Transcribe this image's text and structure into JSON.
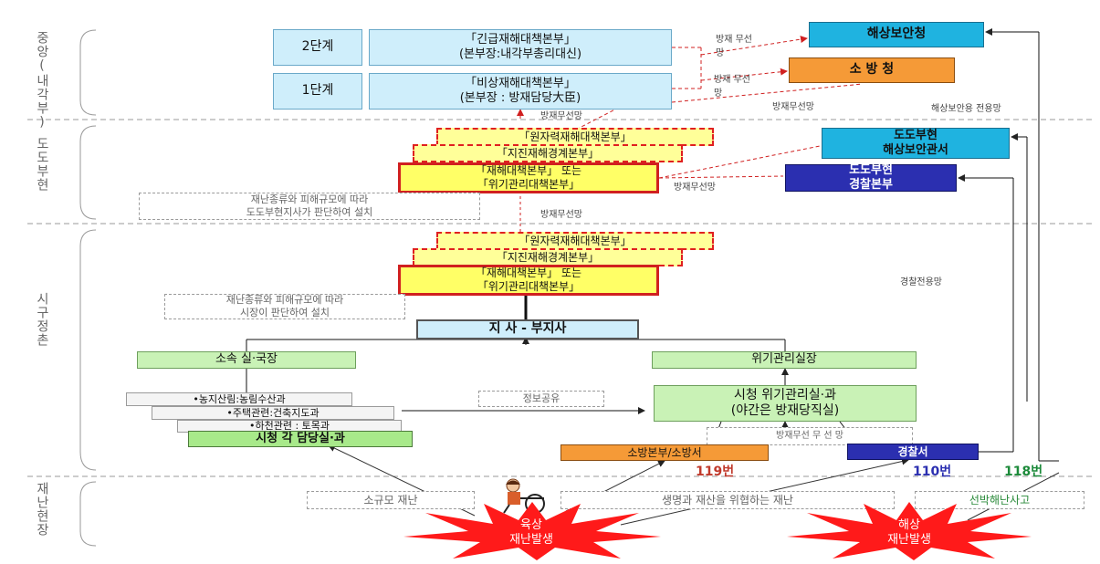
{
  "sections": {
    "central": "중앙(내각부)",
    "prefecture": "도도부현",
    "municipal": "시구정촌",
    "site": "재난현장"
  },
  "central": {
    "stage2": "2단계",
    "stage1": "1단계",
    "emergency_hq_l1": "「긴급재해대책본부」",
    "emergency_hq_l2": "(본부장:내각부총리대신)",
    "extraordinary_hq_l1": "「비상재해대책본부」",
    "extraordinary_hq_l2": "(본부장 : 방재담당大臣)",
    "coast_guard": "해상보안청",
    "fire_agency": "소 방 청"
  },
  "prefecture": {
    "nuclear_hq": "「원자력재해대책본부」",
    "quake_hq": "「지진재해경계본부」",
    "disaster_hq_l1": "「재해대책본부」 또는",
    "disaster_hq_l2": "「위기관리대책본부」",
    "coast_office_l1": "도도부현",
    "coast_office_l2": "해상보안관서",
    "police_hq_l1": "도도부현",
    "police_hq_l2": "경찰본부",
    "note_l1": "재난종류와 피해규모에 따라",
    "note_l2": "도도부현지사가 판단하여 설치"
  },
  "municipal": {
    "nuclear_hq": "「원자력재해대책본부」",
    "quake_hq": "「지진재해경계본부」",
    "disaster_hq_l1": "「재해대책본부」 또는",
    "disaster_hq_l2": "「위기관리대책본부」",
    "note_l1": "재난종류와 피해규모에 따라",
    "note_l2": "시장이 판단하여 설치",
    "mayor": "지  사 - 부지사",
    "affiliated": "소속 실·국장",
    "crisis_chief": "위기관리실장",
    "dept1": "•농지산림:농림수산과",
    "dept2": "•주택관련:건축지도과",
    "dept3": "•하천관련 : 토목과",
    "city_depts": "시청 각 담당실·과",
    "info_share": "정보공유",
    "city_crisis_l1": "시청 위기관리실·과",
    "city_crisis_l2": "(야간은 방재당직실)",
    "fire_hq": "소방본부/소방서",
    "police_station": "경찰서"
  },
  "links": {
    "radio_a": "방재 무선망",
    "radio_b": "방재 무선망",
    "radio_c": "방재무선망",
    "radio_d": "방재무선망",
    "radio_e": "방재무선망",
    "radio_f": "방재무선망",
    "radio_g": "방재무선 무 선 망",
    "coast_net": "해상보안용 전용망",
    "police_net": "경찰전용망"
  },
  "numbers": {
    "n119": "119번",
    "n110": "110번",
    "n118": "118번"
  },
  "site": {
    "small": "소규모 재난",
    "large": "생명과 재산을 위협하는 재난",
    "ship": "선박해난사고",
    "land_l1": "육상",
    "land_l2": "재난발생",
    "sea_l1": "해상",
    "sea_l2": "재난발생"
  },
  "colors": {
    "coast_guard": "#1fb3e0",
    "fire": "#f59a37",
    "police": "#2b2fb0",
    "hq_fill": "#ffff66",
    "hq_border": "#d02020",
    "green": "#c9f2b6",
    "burst": "#ff1a1a"
  }
}
